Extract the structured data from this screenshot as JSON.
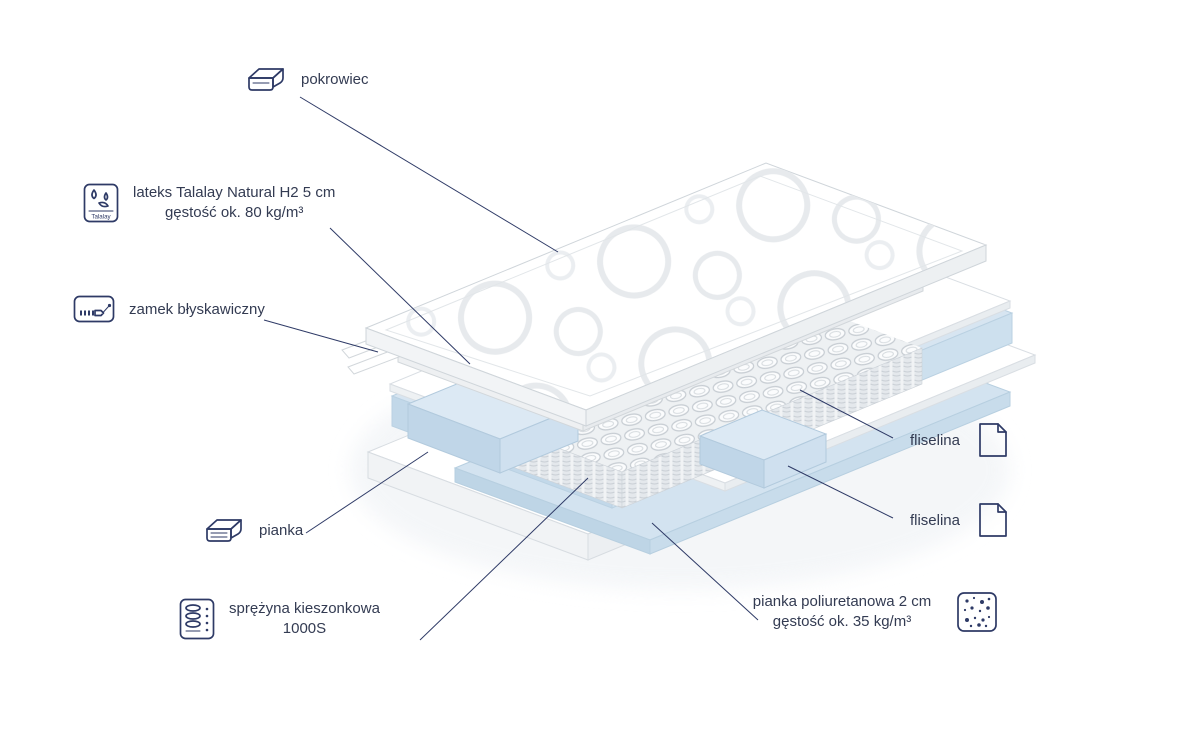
{
  "colors": {
    "accent_navy": "#2e3a66",
    "text": "#333b52",
    "foam_blue": "#d7e5f1",
    "foam_blue_dark": "#c2d8e9",
    "mattress_white": "#ffffff",
    "edge_gray": "#d7dce1",
    "leader_line": "#2e3a66"
  },
  "diagram": {
    "labels": {
      "pokrowiec": "pokrowiec",
      "lateks_line1": "lateks Talalay Natural H2 5 cm",
      "lateks_line2": "gęstość ok. 80 kg/m³",
      "zamek": "zamek błyskawiczny",
      "pianka": "pianka",
      "sprezyna_line1": "sprężyna kieszonkowa",
      "sprezyna_line2": "1000S",
      "fliselina_top": "fliselina",
      "fliselina_bottom": "fliselina",
      "pianka_pu_line1": "pianka poliuretanowa 2 cm",
      "pianka_pu_line2": "gęstość ok. 35 kg/m³"
    },
    "icon_badge_talalay": "Talalay"
  }
}
